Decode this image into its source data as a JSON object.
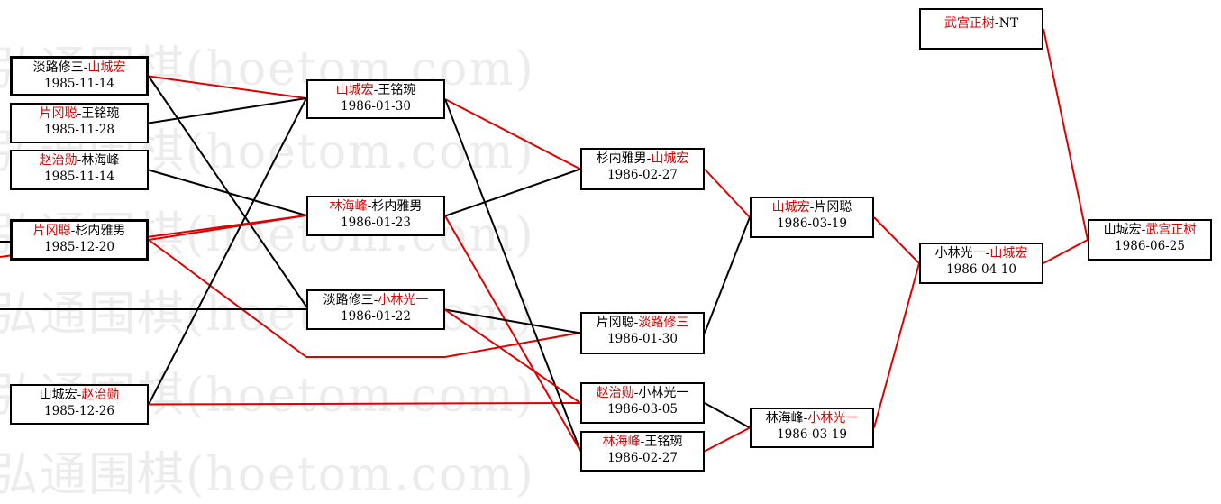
{
  "watermark": "弘通围棋(hoetom.com)",
  "colors": {
    "winner": "#e00000",
    "line_win": "#e00000",
    "line_loss": "#000000"
  },
  "matches": [
    {
      "id": "m1",
      "p1": "淡路修三",
      "p2": "山城宏",
      "winner": 2,
      "date": "1985-11-14"
    },
    {
      "id": "m2",
      "p1": "片冈聪",
      "p2": "王铭琬",
      "winner": 1,
      "date": "1985-11-28"
    },
    {
      "id": "m3",
      "p1": "赵治勋",
      "p2": "林海峰",
      "winner": 1,
      "date": "1985-11-14"
    },
    {
      "id": "m4",
      "p1": "片冈聪",
      "p2": "杉内雅男",
      "winner": 1,
      "date": "1985-12-20"
    },
    {
      "id": "m5",
      "p1": "山城宏",
      "p2": "赵治勋",
      "winner": 2,
      "date": "1985-12-26"
    },
    {
      "id": "m6",
      "p1": "山城宏",
      "p2": "王铭琬",
      "winner": 1,
      "date": "1986-01-30"
    },
    {
      "id": "m7",
      "p1": "林海峰",
      "p2": "杉内雅男",
      "winner": 1,
      "date": "1986-01-23"
    },
    {
      "id": "m8",
      "p1": "淡路修三",
      "p2": "小林光一",
      "winner": 2,
      "date": "1986-01-22"
    },
    {
      "id": "m9",
      "p1": "杉内雅男",
      "p2": "山城宏",
      "winner": 2,
      "date": "1986-02-27"
    },
    {
      "id": "m10",
      "p1": "片冈聪",
      "p2": "淡路修三",
      "winner": 2,
      "date": "1986-01-30"
    },
    {
      "id": "m11",
      "p1": "赵治勋",
      "p2": "小林光一",
      "winner": 1,
      "date": "1986-03-05"
    },
    {
      "id": "m12",
      "p1": "林海峰",
      "p2": "王铭琬",
      "winner": 1,
      "date": "1986-02-27"
    },
    {
      "id": "m13",
      "p1": "山城宏",
      "p2": "片冈聪",
      "winner": 1,
      "date": "1986-03-19"
    },
    {
      "id": "m14",
      "p1": "林海峰",
      "p2": "小林光一",
      "winner": 2,
      "date": "1986-03-19"
    },
    {
      "id": "m15",
      "p1": "小林光一",
      "p2": "山城宏",
      "winner": 2,
      "date": "1986-04-10"
    },
    {
      "id": "m16",
      "p1": "武宫正树",
      "p2": "NT",
      "winner": 1,
      "date": ""
    },
    {
      "id": "m17",
      "p1": "山城宏",
      "p2": "武宫正树",
      "winner": 2,
      "date": "1986-06-25"
    }
  ]
}
